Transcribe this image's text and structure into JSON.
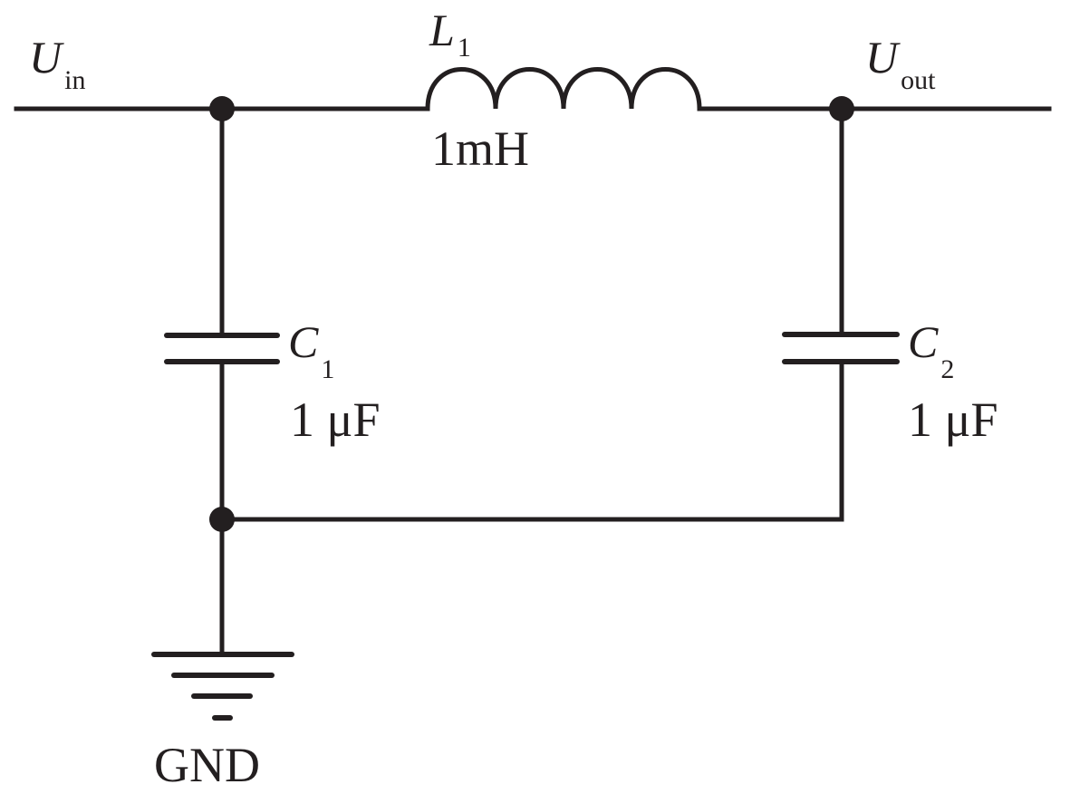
{
  "diagram": {
    "type": "circuit-schematic",
    "colors": {
      "ink": "#231f20",
      "background": "#ffffff"
    },
    "input": {
      "symbol": "U",
      "subscript": "in"
    },
    "output": {
      "symbol": "U",
      "subscript": "out"
    },
    "inductor": {
      "symbol": "L",
      "subscript": "1",
      "value": "1mH"
    },
    "capacitor_1": {
      "symbol": "C",
      "subscript": "1",
      "value": "1 μF"
    },
    "capacitor_2": {
      "symbol": "C",
      "subscript": "2",
      "value": "1 μF"
    },
    "ground": {
      "label": "GND"
    }
  }
}
